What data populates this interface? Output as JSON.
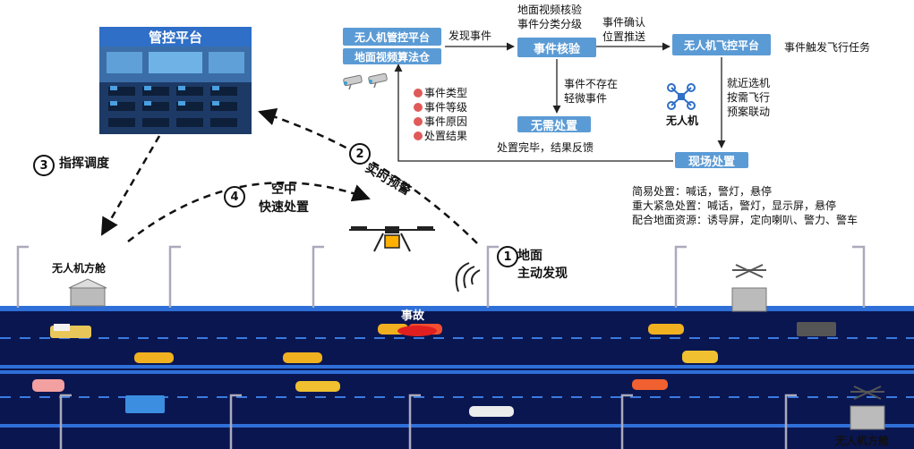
{
  "platform": {
    "title": "管控平台"
  },
  "flow": {
    "uav_platform": "无人机管控平台",
    "video_algo": "地面视频算法仓",
    "discover_event": "发现事件",
    "ground_video_check": "地面视频核验\n事件分类分级",
    "event_check": "事件核验",
    "event_confirm": "事件确认\n位置推送",
    "flight_platform": "无人机飞控平台",
    "trigger_task": "事件触发飞行任务",
    "not_exist": "事件不存在\n轻微事件",
    "no_disposal": "无需处置",
    "feedback": "处置完毕，结果反馈",
    "nearby": "就近选机\n按需飞行\n预案联动",
    "uav_label": "无人机",
    "site_disposal": "现场处置"
  },
  "event_info": [
    "事件类型",
    "事件等级",
    "事件原因",
    "处置结果"
  ],
  "disposal_notes": [
    "简易处置：喊话，警灯，悬停",
    "重大紧急处置：喊话，警灯，显示屏，悬停",
    "配合地面资源：诱导屏，定向喇叭、警力、警车"
  ],
  "steps": {
    "s1_num": "1",
    "s1_label": "地面\n主动发现",
    "s2_num": "2",
    "s2_label": "实时预警",
    "s3_num": "3",
    "s3_label": "指挥调度",
    "s4_num": "4",
    "s4_label": "空中\n快速处置"
  },
  "scene": {
    "dock_left": "无人机方舱",
    "dock_right": "无人机方舱",
    "accident": "事故"
  },
  "colors": {
    "accent": "#5b9bd5",
    "road": "#0a1650",
    "lane_edge": "#2f6fd8",
    "accident": "#e02020"
  }
}
